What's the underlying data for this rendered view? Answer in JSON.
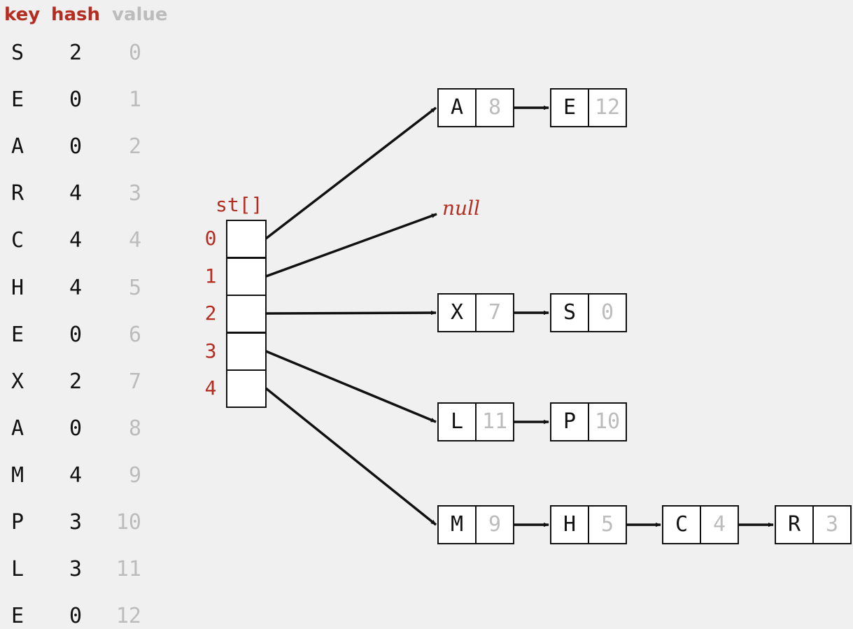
{
  "headers": {
    "key": "key",
    "hash": "hash",
    "value": "value"
  },
  "rows": [
    {
      "key": "S",
      "hash": "2",
      "value": "0"
    },
    {
      "key": "E",
      "hash": "0",
      "value": "1"
    },
    {
      "key": "A",
      "hash": "0",
      "value": "2"
    },
    {
      "key": "R",
      "hash": "4",
      "value": "3"
    },
    {
      "key": "C",
      "hash": "4",
      "value": "4"
    },
    {
      "key": "H",
      "hash": "4",
      "value": "5"
    },
    {
      "key": "E",
      "hash": "0",
      "value": "6"
    },
    {
      "key": "X",
      "hash": "2",
      "value": "7"
    },
    {
      "key": "A",
      "hash": "0",
      "value": "8"
    },
    {
      "key": "M",
      "hash": "4",
      "value": "9"
    },
    {
      "key": "P",
      "hash": "3",
      "value": "10"
    },
    {
      "key": "L",
      "hash": "3",
      "value": "11"
    },
    {
      "key": "E",
      "hash": "0",
      "value": "12"
    }
  ],
  "array": {
    "label": "st[]",
    "indices": [
      "0",
      "1",
      "2",
      "3",
      "4"
    ]
  },
  "null_label": "null",
  "chains": [
    [
      {
        "key": "A",
        "value": "8"
      },
      {
        "key": "E",
        "value": "12"
      }
    ],
    [],
    [
      {
        "key": "X",
        "value": "7"
      },
      {
        "key": "S",
        "value": "0"
      }
    ],
    [
      {
        "key": "L",
        "value": "11"
      },
      {
        "key": "P",
        "value": "10"
      }
    ],
    [
      {
        "key": "M",
        "value": "9"
      },
      {
        "key": "H",
        "value": "5"
      },
      {
        "key": "C",
        "value": "4"
      },
      {
        "key": "R",
        "value": "3"
      }
    ]
  ],
  "colors": {
    "index": "#b52d20",
    "value": "#bcbcbc",
    "line": "#111111"
  }
}
